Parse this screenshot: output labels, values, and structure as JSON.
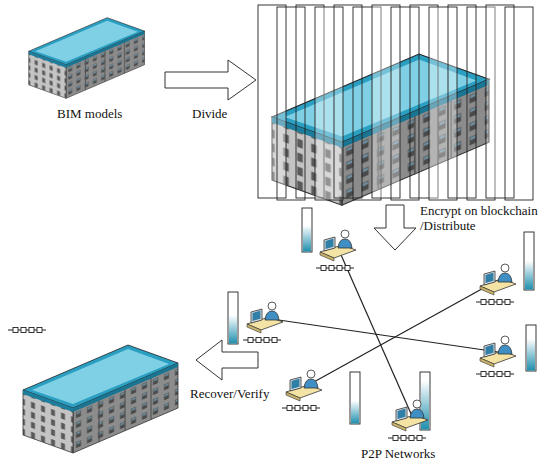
{
  "diagram": {
    "labels": [
      "BIM models",
      "Divide",
      "Encrypt on blockchain /Distribute",
      "P2P Networks",
      "Recover/Verify"
    ]
  }
}
